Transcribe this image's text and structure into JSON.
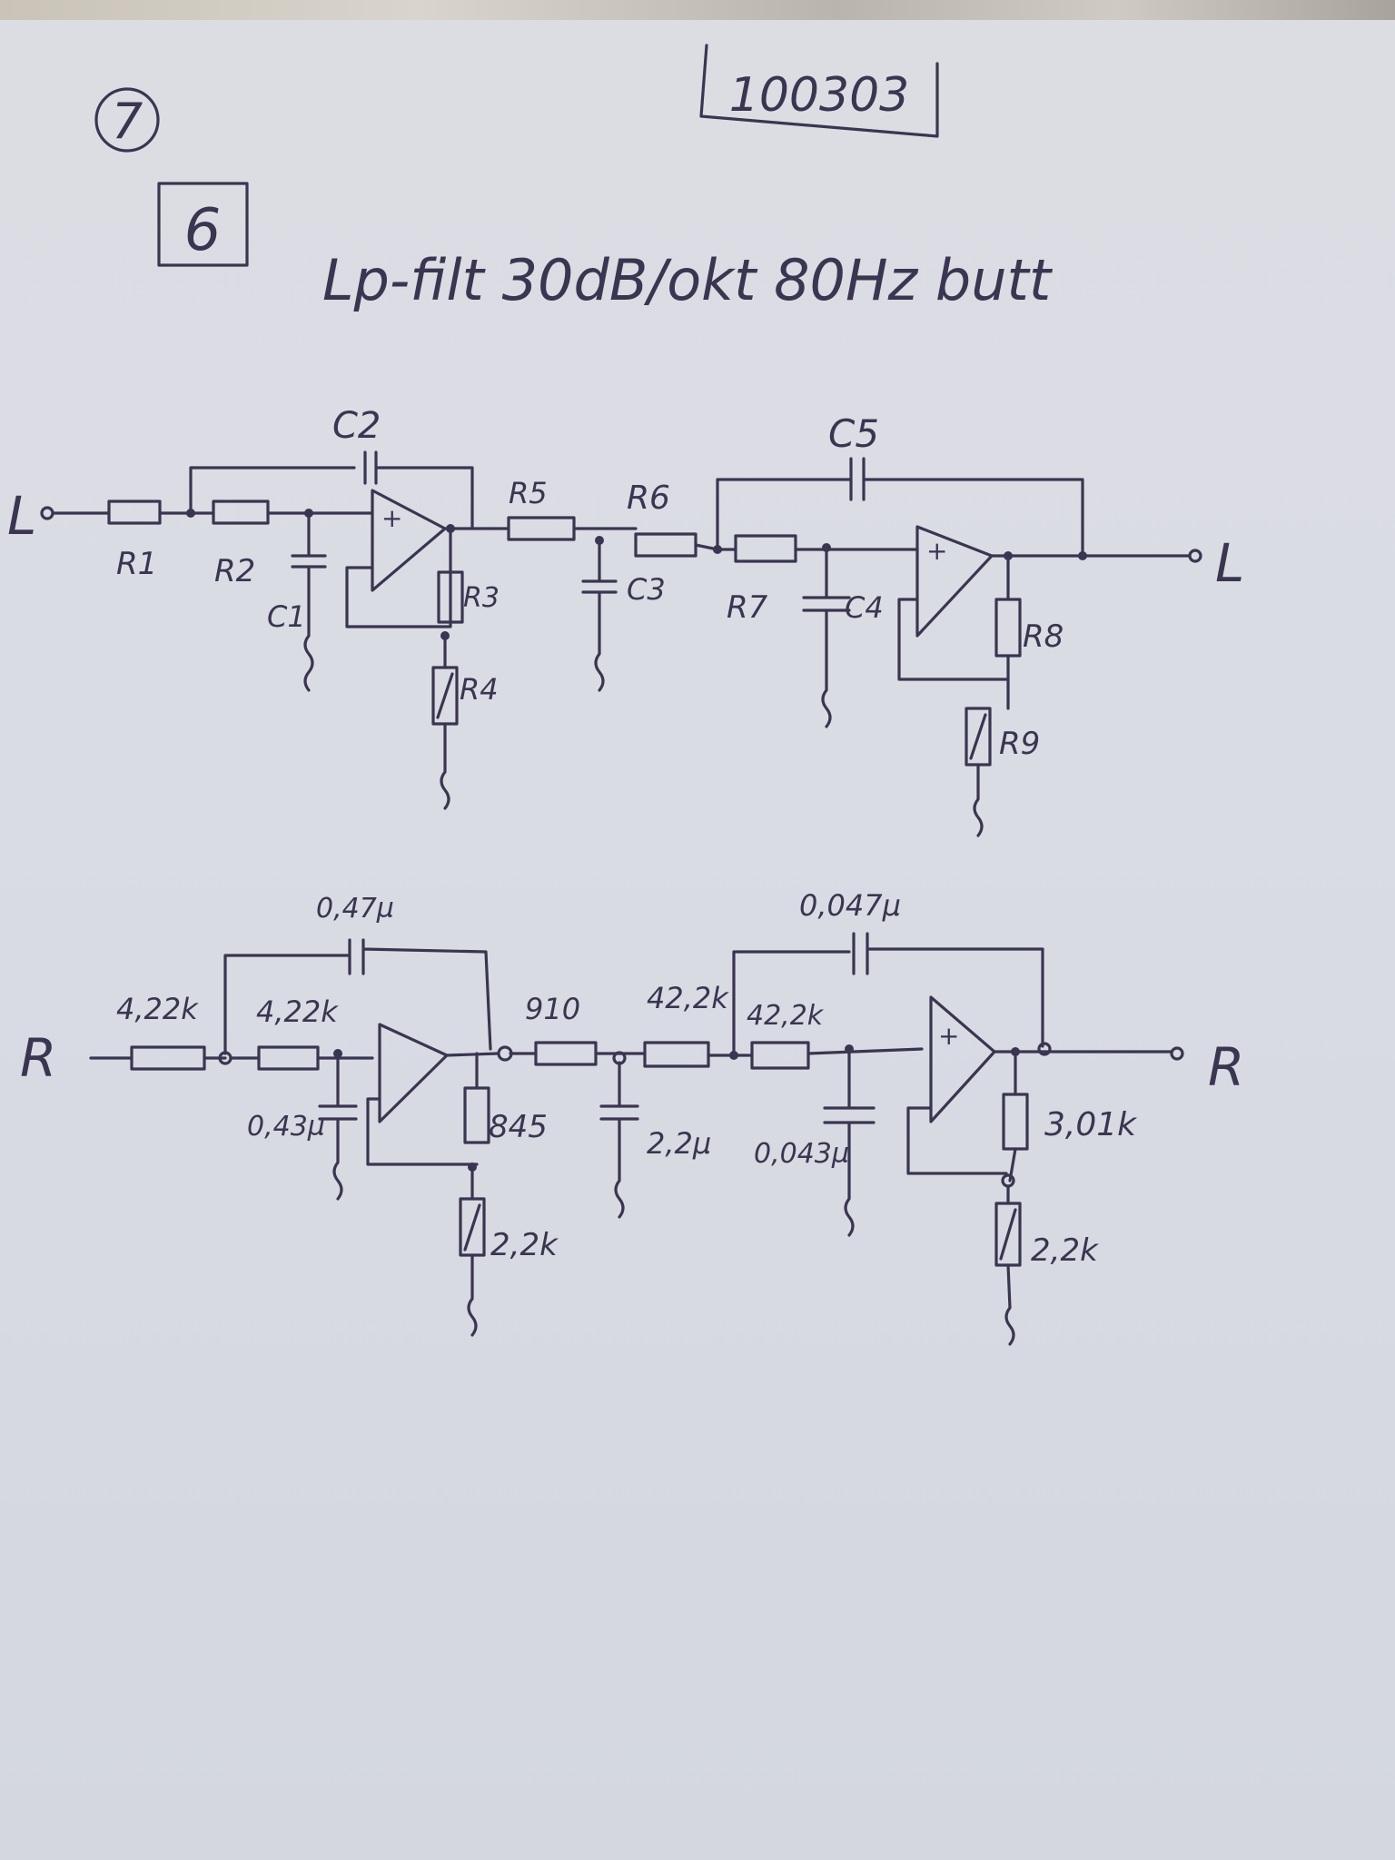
{
  "page": {
    "page_number": "7",
    "doc_number": "100303",
    "section_number": "6",
    "heading": "Lp-filt 30dB/okt 80Hz butt"
  },
  "left_channel": {
    "input_label": "L",
    "output_label": "L",
    "components": {
      "r1": "R1",
      "r2": "R2",
      "r3": "R3",
      "r4": "R4",
      "r5": "R5",
      "r6": "R6",
      "r7": "R7",
      "r8": "R8",
      "r9": "R9",
      "c1": "C1",
      "c2": "C2",
      "c3": "C3",
      "c4": "C4",
      "c5": "C5"
    }
  },
  "right_channel": {
    "input_label": "R",
    "output_label": "R",
    "values": {
      "r1": "4,22k",
      "r2": "4,22k",
      "c1": "0,43µ",
      "c2": "0,47µ",
      "r3": "845",
      "r4": "2,2k",
      "r5": "910",
      "r6": "42,2k",
      "c3": "2,2µ",
      "r7": "42,2k",
      "c4": "0,043µ",
      "c5": "0,047µ",
      "r8": "3,01k",
      "r9": "2,2k"
    }
  },
  "colors": {
    "ink": "#3a3550",
    "paper": "#dadce4"
  }
}
